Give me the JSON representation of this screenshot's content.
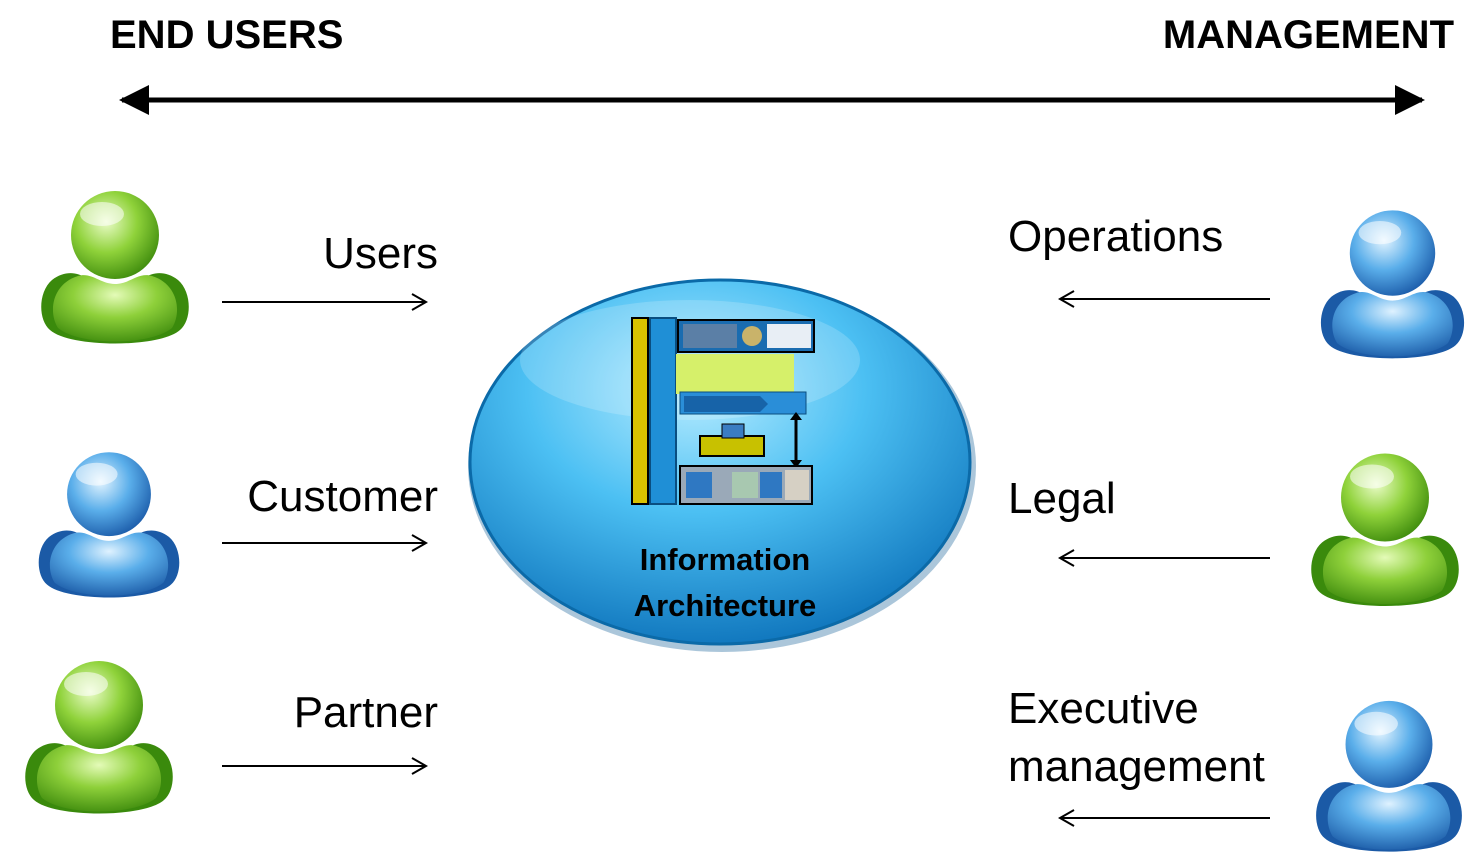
{
  "headings": {
    "left": "END USERS",
    "right": "MANAGEMENT"
  },
  "left_labels": [
    "Users",
    "Customer",
    "Partner"
  ],
  "right_labels": [
    "Operations",
    "Legal",
    "Executive",
    "management"
  ],
  "center": {
    "line1": "Information",
    "line2": "Architecture"
  },
  "person_colors": {
    "left": [
      "green",
      "blue",
      "green"
    ],
    "right": [
      "blue",
      "green",
      "blue"
    ]
  },
  "colors": {
    "green_light": "#c9f28a",
    "green_dark": "#4f9a12",
    "blue_light": "#bfe3ff",
    "blue_dark": "#1f63b3",
    "ellipse_light": "#7fd6ff",
    "ellipse_dark": "#0a84cf"
  }
}
